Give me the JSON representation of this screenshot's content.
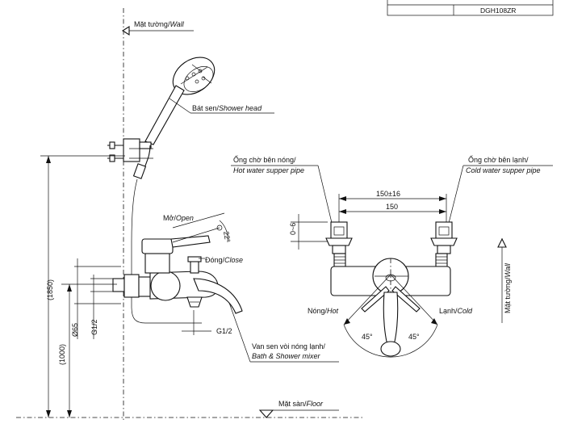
{
  "model": {
    "code": "DGH108ZR"
  },
  "side_view": {
    "wall": "Mặt tường/",
    "wall_en": "Wall",
    "shower_head": "Bát sen/",
    "shower_head_en": "Shower head",
    "open": "Mở/",
    "open_en": "Open",
    "close": "Đóng/",
    "close_en": "Close",
    "angle": "22°",
    "thread_outlet": "G1/2",
    "mixer": "Van sen vòi nóng lạnh/",
    "mixer_en": "Bath & Shower mixer",
    "floor": "Mặt sàn/",
    "floor_en": "Floor",
    "dim_1850": "(1850)",
    "dim_1000": "(1000)",
    "dim_d65": "Ø65",
    "dim_g12": "G1/2"
  },
  "front_view": {
    "hot_pipe": "Ống chờ bên nóng/",
    "hot_pipe_en": "Hot water supper pipe",
    "cold_pipe": "Ống chờ bên lạnh/",
    "cold_pipe_en": "Cold water supper pipe",
    "dim_150_16": "150±16",
    "dim_150": "150",
    "dim_0_6": "0~6",
    "hot": "Nóng/",
    "hot_en": "Hot",
    "cold": "Lạnh/",
    "cold_en": "Cold",
    "angle_left": "45°",
    "angle_right": "45°",
    "wall": "Mặt tường/",
    "wall_en": "Wall"
  }
}
